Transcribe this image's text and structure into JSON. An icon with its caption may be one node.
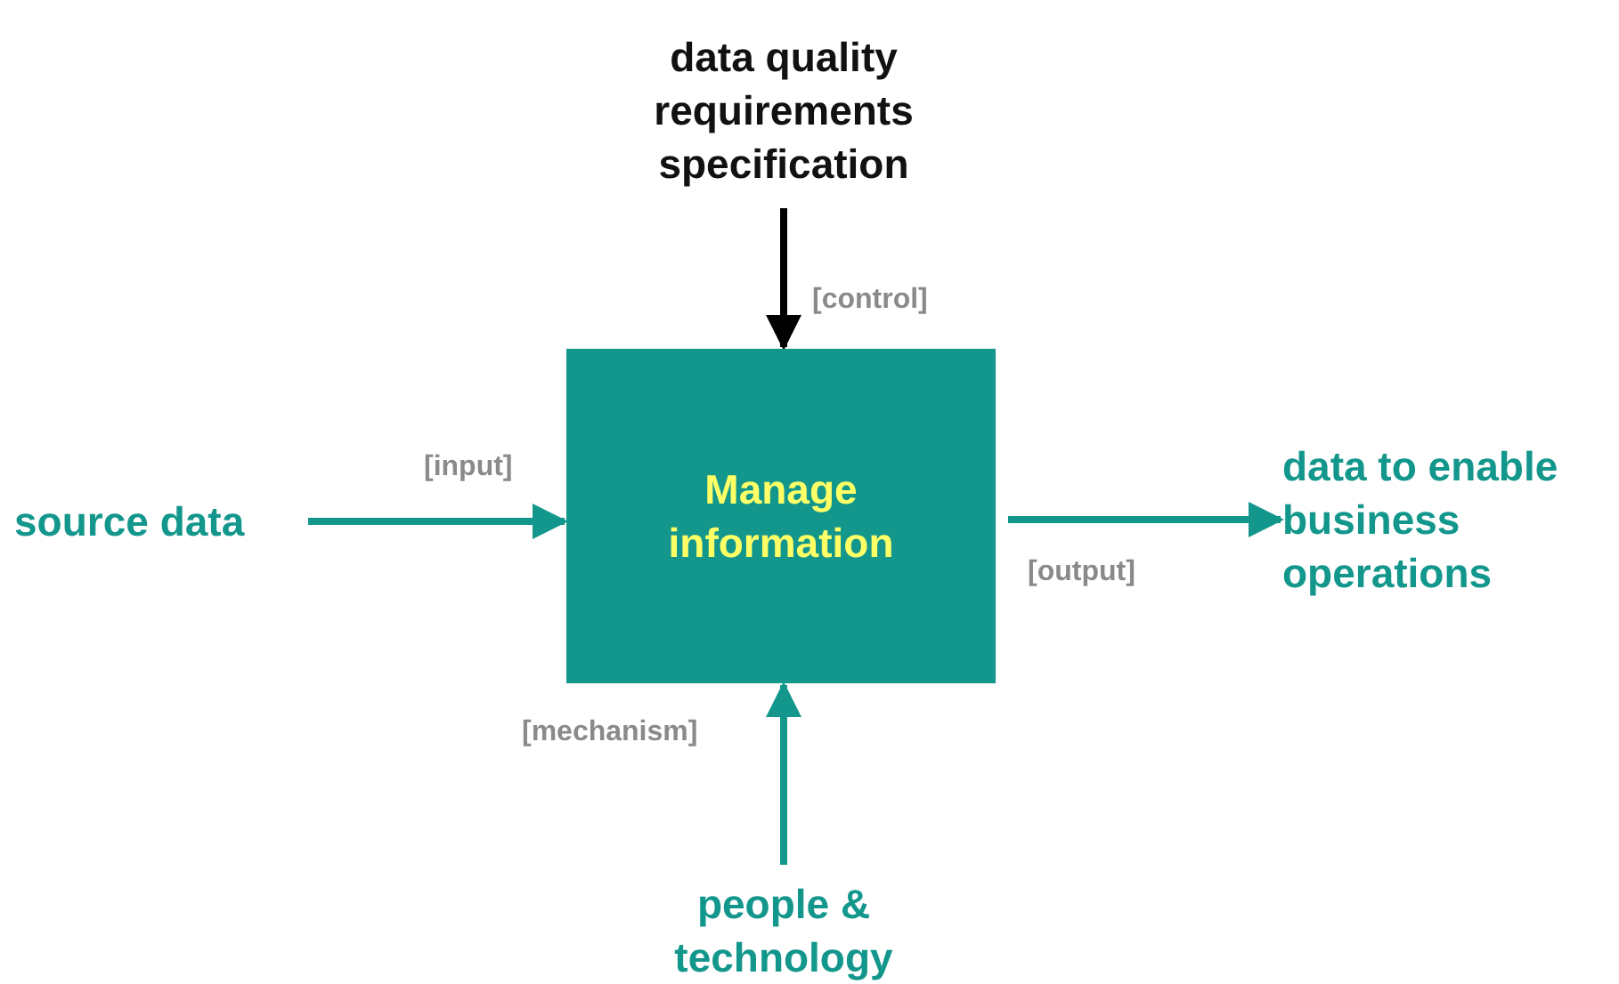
{
  "diagram": {
    "nodes": [
      {
        "text": [
          "data quality requirements specification"
        ]
      },
      {
        "text": [
          "Manage information"
        ]
      },
      {
        "text": [
          "source data"
        ]
      },
      {
        "text": [
          "data to enable business operations"
        ]
      },
      {
        "text": [
          "people & technology"
        ]
      }
    ],
    "edges": [
      {
        "from": 0,
        "to": 1,
        "arrow": "to",
        "label": "[control]",
        "color": "#000000"
      },
      {
        "from": 2,
        "to": 1,
        "arrow": "to",
        "label": "[input]"
      },
      {
        "from": 1,
        "to": 3,
        "arrow": "to",
        "label": "[output]"
      },
      {
        "from": 4,
        "to": 1,
        "arrow": "to",
        "label": "[mechanism]"
      }
    ]
  }
}
